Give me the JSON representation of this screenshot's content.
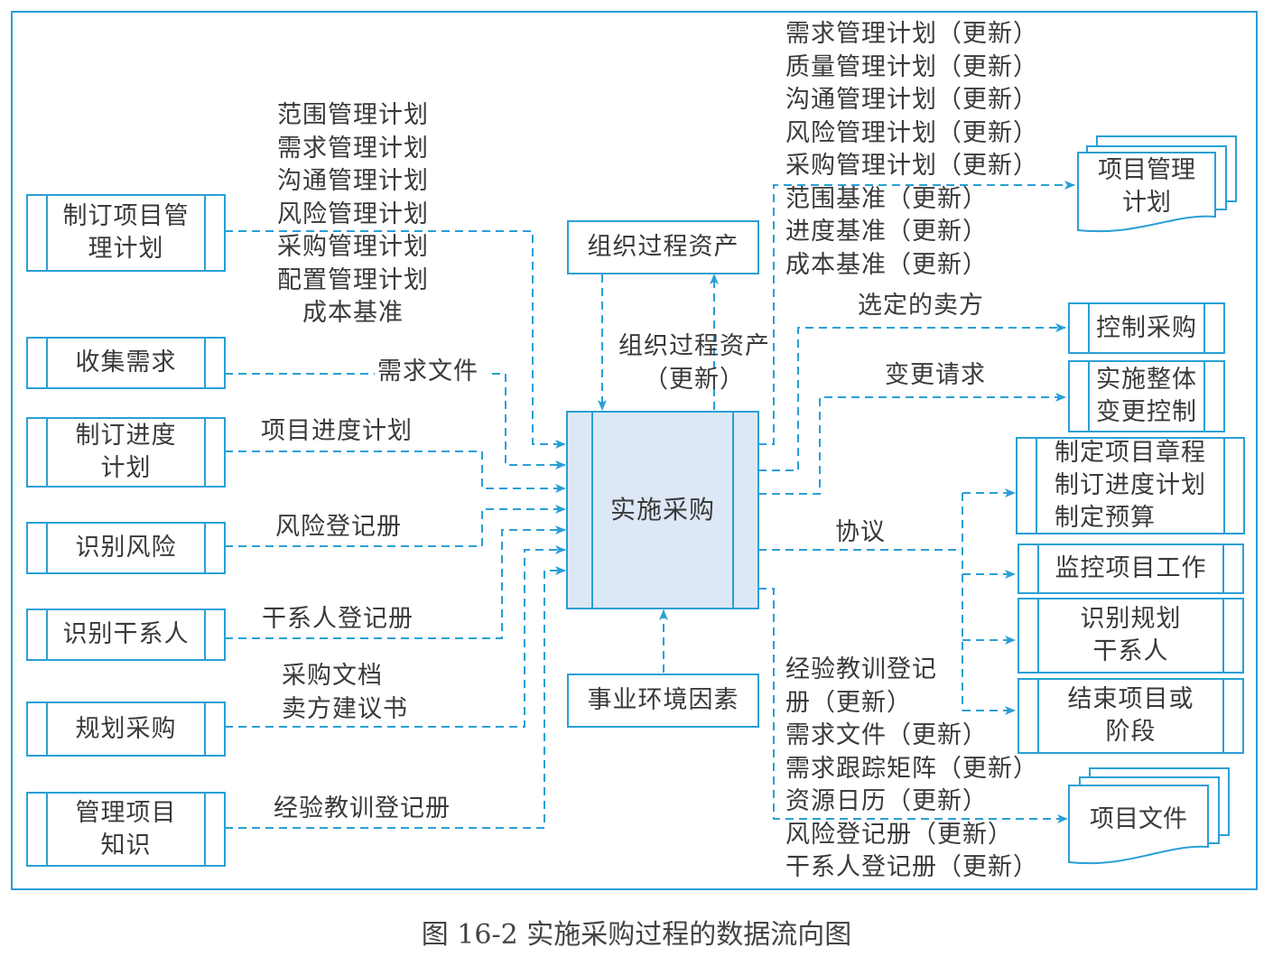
{
  "colors": {
    "line": "#2a9fd6",
    "main_fill": "#dde8f6",
    "text": "#3a3a3a"
  },
  "central_process": "实施采购",
  "top_box": "组织过程资产",
  "bottom_box": "事业环境因素",
  "opa_update_label": "组织过程资产\n（更新）",
  "inputs": [
    {
      "source": "制订项目管\n理计划",
      "label": "范围管理计划\n需求管理计划\n沟通管理计划\n风险管理计划\n采购管理计划\n配置管理计划\n成本基准"
    },
    {
      "source": "收集需求",
      "label": "需求文件"
    },
    {
      "source": "制订进度\n计划",
      "label": "项目进度计划"
    },
    {
      "source": "识别风险",
      "label": "风险登记册"
    },
    {
      "source": "识别干系人",
      "label": "干系人登记册"
    },
    {
      "source": "规划采购",
      "label": "采购文档\n卖方建议书"
    },
    {
      "source": "管理项目\n知识",
      "label": "经验教训登记册"
    }
  ],
  "outputs": {
    "pm_plan_updates": "需求管理计划（更新）\n质量管理计划（更新）\n沟通管理计划（更新）\n风险管理计划（更新）\n采购管理计划（更新）\n范围基准（更新）\n进度基准（更新）\n成本基准（更新）",
    "pm_plan_doc": "项目管理\n计划",
    "selected_sellers": "选定的卖方",
    "control_procurement": "控制采购",
    "change_requests": "变更请求",
    "integrated_change_control": "实施整体\n变更控制",
    "agreements": "协议",
    "agreement_targets": [
      "制定项目章程\n制订进度计划\n制定预算",
      "监控项目工作",
      "识别规划\n干系人",
      "结束项目或\n阶段"
    ],
    "project_doc_updates": "经验教训登记\n册（更新）\n需求文件（更新）\n需求跟踪矩阵（更新）\n资源日历（更新）\n风险登记册（更新）\n干系人登记册（更新）",
    "project_docs": "项目文件"
  },
  "caption": "图 16-2    实施采购过程的数据流向图"
}
